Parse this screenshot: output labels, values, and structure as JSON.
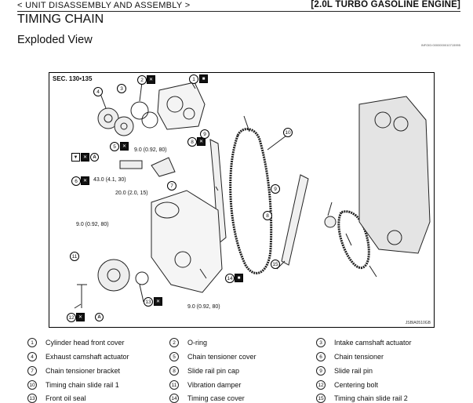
{
  "header": {
    "section": "< UNIT DISASSEMBLY AND ASSEMBLY >",
    "engine": "[2.0L TURBO GASOLINE ENGINE]"
  },
  "page_title": "TIMING CHAIN",
  "subtitle": "Exploded View",
  "doc_id": "INFOID:0000000010715995",
  "figure": {
    "section_ref": "SEC. 130•135",
    "figure_id": "JSBIA0510GB",
    "torques": [
      "9.0 (0.92, 80)",
      "43.0 (4.1, 30)",
      "20.0 (2.0, 15)",
      "9.0 (0.92, 80)",
      "9.0 (0.92, 80)"
    ]
  },
  "parts": [
    {
      "n": "1",
      "label": "Cylinder head front cover"
    },
    {
      "n": "2",
      "label": "O-ring"
    },
    {
      "n": "3",
      "label": "Intake camshaft actuator"
    },
    {
      "n": "4",
      "label": "Exhaust camshaft actuator"
    },
    {
      "n": "5",
      "label": "Chain tensioner cover"
    },
    {
      "n": "6",
      "label": "Chain tensioner"
    },
    {
      "n": "7",
      "label": "Chain tensioner bracket"
    },
    {
      "n": "8",
      "label": "Slide rail pin cap"
    },
    {
      "n": "9",
      "label": "Slide rail pin"
    },
    {
      "n": "10",
      "label": "Timing chain slide rail 1"
    },
    {
      "n": "11",
      "label": "Vibration damper"
    },
    {
      "n": "12",
      "label": "Centering bolt"
    },
    {
      "n": "13",
      "label": "Front oil seal"
    },
    {
      "n": "14",
      "label": "Timing case cover"
    },
    {
      "n": "15",
      "label": "Timing chain slide rail 2"
    }
  ]
}
